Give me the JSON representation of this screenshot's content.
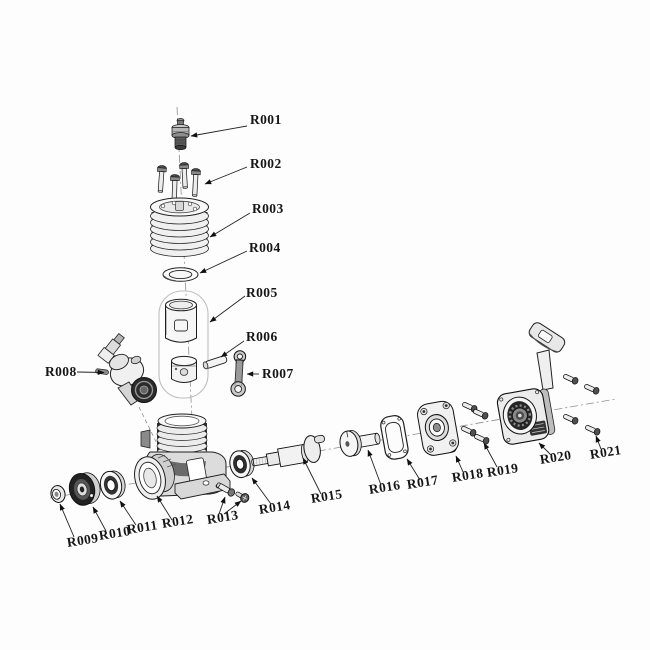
{
  "colors": {
    "ink": "#1a1a1a",
    "background": "#fdfdfd",
    "leader_line": "#222222",
    "ghost_outline": "#bfbfbf"
  },
  "labels": [
    "R001",
    "R002",
    "R003",
    "R004",
    "R005",
    "R006",
    "R007",
    "R008",
    "R009",
    "R010",
    "R011",
    "R012",
    "R013",
    "R014",
    "R015",
    "R016",
    "R017",
    "R018",
    "R019",
    "R020",
    "R021"
  ]
}
